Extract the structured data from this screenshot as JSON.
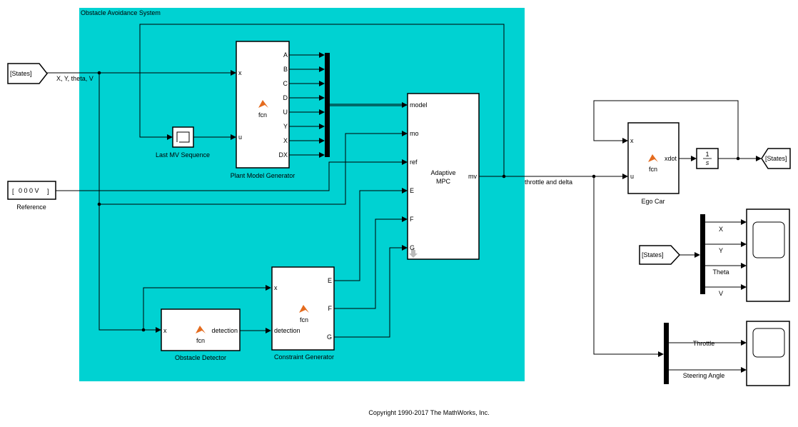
{
  "subsystem": {
    "title": "Obstacle Avoidance System",
    "background": "#00d2d2"
  },
  "states_from": "[States]",
  "states_signal_label": "X, Y, theta, V",
  "reference": {
    "value": "0 0 0 V",
    "label": "Reference"
  },
  "plant_model": {
    "label": "Plant Model Generator",
    "fcn": "fcn",
    "inputs": [
      "x",
      "u"
    ],
    "outputs": [
      "A",
      "B",
      "C",
      "D",
      "U",
      "Y",
      "X",
      "DX"
    ]
  },
  "last_mv": {
    "label": "Last MV Sequence"
  },
  "mpc": {
    "title_line1": "Adaptive",
    "title_line2": "MPC",
    "inputs": [
      "model",
      "mo",
      "ref",
      "E",
      "F",
      "G"
    ],
    "output": "mv"
  },
  "obstacle_detector": {
    "label": "Obstacle Detector",
    "fcn": "fcn",
    "input": "x",
    "output": "detection"
  },
  "constraint_gen": {
    "label": "Constraint Generator",
    "fcn": "fcn",
    "inputs": [
      "x",
      "detection"
    ],
    "outputs": [
      "E",
      "F",
      "G"
    ]
  },
  "mv_signal_label": "throttle and delta",
  "ego_car": {
    "label": "Ego Car",
    "fcn": "fcn",
    "inputs": [
      "x",
      "u"
    ],
    "output": "xdot"
  },
  "integrator": {
    "num": "1",
    "den": "s"
  },
  "states_goto": "[States]",
  "states_from2": "[States]",
  "scope1_signals": [
    "X",
    "Y",
    "Theta",
    "V"
  ],
  "scope2_signals": [
    "Throttle",
    "Steering Angle"
  ],
  "copyright": "Copyright 1990-2017 The MathWorks, Inc."
}
